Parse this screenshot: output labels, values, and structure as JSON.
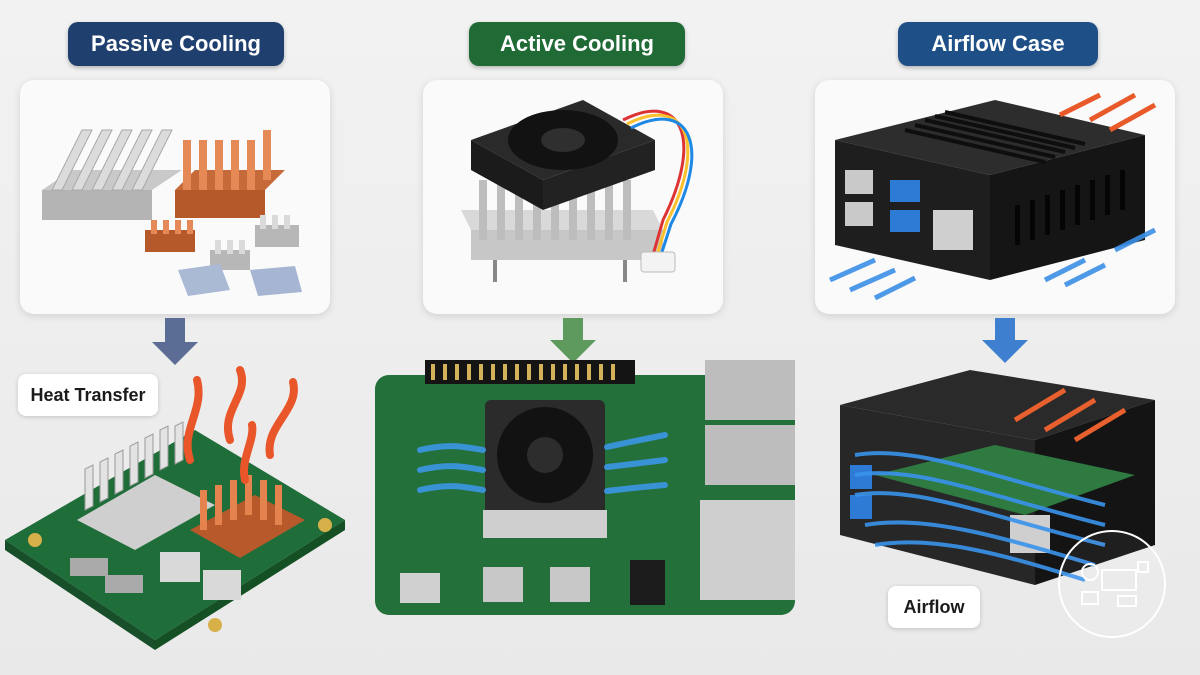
{
  "columns": [
    {
      "title": "Passive Cooling",
      "color": "#1f3f6e"
    },
    {
      "title": "Active Cooling",
      "color": "#1f6a35"
    },
    {
      "title": "Airflow Case",
      "color": "#1e4f86"
    }
  ],
  "callouts": {
    "heat_transfer": "Heat Transfer",
    "airflow": "Airflow"
  },
  "icons": {
    "badge": "board-fan-icon"
  }
}
